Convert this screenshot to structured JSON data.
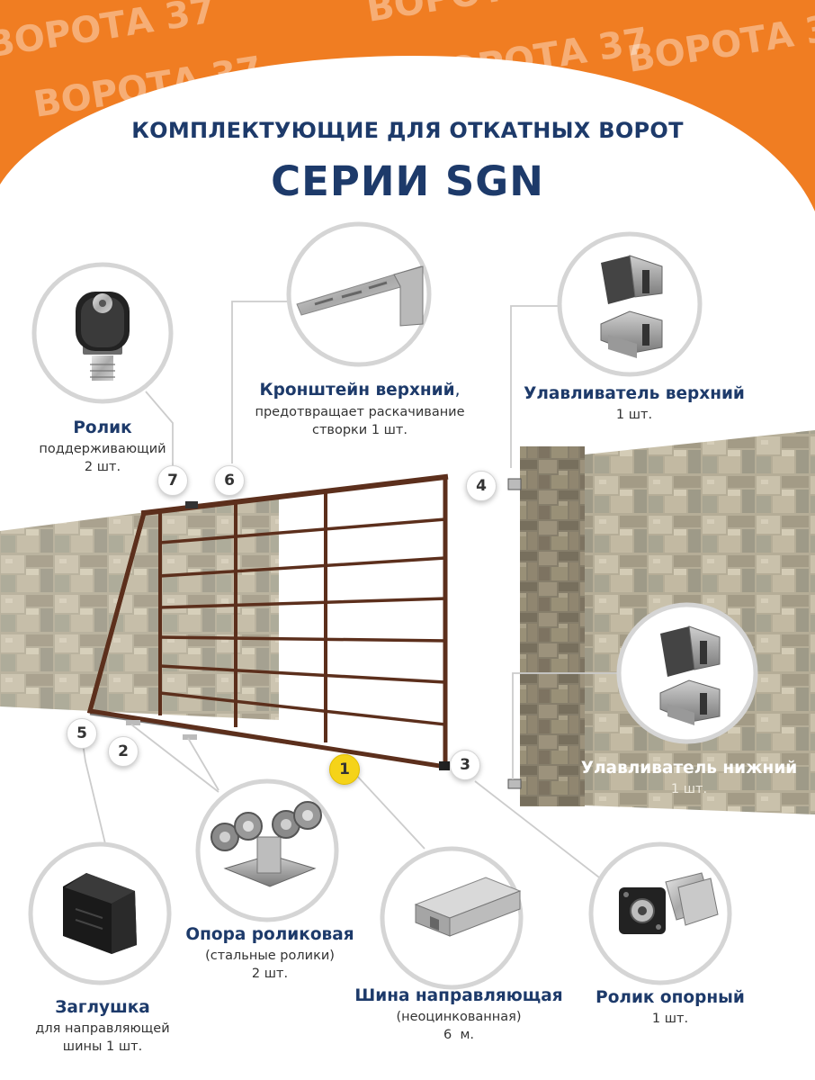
{
  "brand": {
    "watermark": "ВОРОТА 37",
    "accent_color": "#f07d22",
    "title_color": "#1d3a6a",
    "highlight_color": "#f5d319"
  },
  "title": {
    "line1": "КОМПЛЕКТУЮЩИЕ ДЛЯ ОТКАТНЫХ ВОРОТ",
    "line2": "СЕРИИ SGN"
  },
  "markers": [
    "1",
    "2",
    "3",
    "4",
    "5",
    "6",
    "7"
  ],
  "components": {
    "roller_support": {
      "name": "Ролик",
      "desc": "поддерживающий",
      "qty": "2 шт."
    },
    "top_bracket": {
      "name": "Кронштейн верхний",
      "punct": ",",
      "desc1": "предотвращает раскачивание",
      "desc2": "створки 1 шт."
    },
    "top_catcher": {
      "name": "Улавливатель верхний",
      "qty": "1 шт."
    },
    "bottom_catcher": {
      "name": "Улавливатель нижний",
      "qty": "1 шт."
    },
    "roller_carriage": {
      "name": "Опора роликовая",
      "desc": "(стальные ролики)",
      "qty": "2 шт."
    },
    "guide_rail": {
      "name": "Шина направляющая",
      "desc": "(неоцинкованная)",
      "qty": "6  м."
    },
    "end_roller": {
      "name": "Ролик опорный",
      "qty": "1 шт."
    },
    "end_cap": {
      "name": "Заглушка",
      "desc1": "для направляющей",
      "desc2": "шины 1 шт."
    }
  }
}
